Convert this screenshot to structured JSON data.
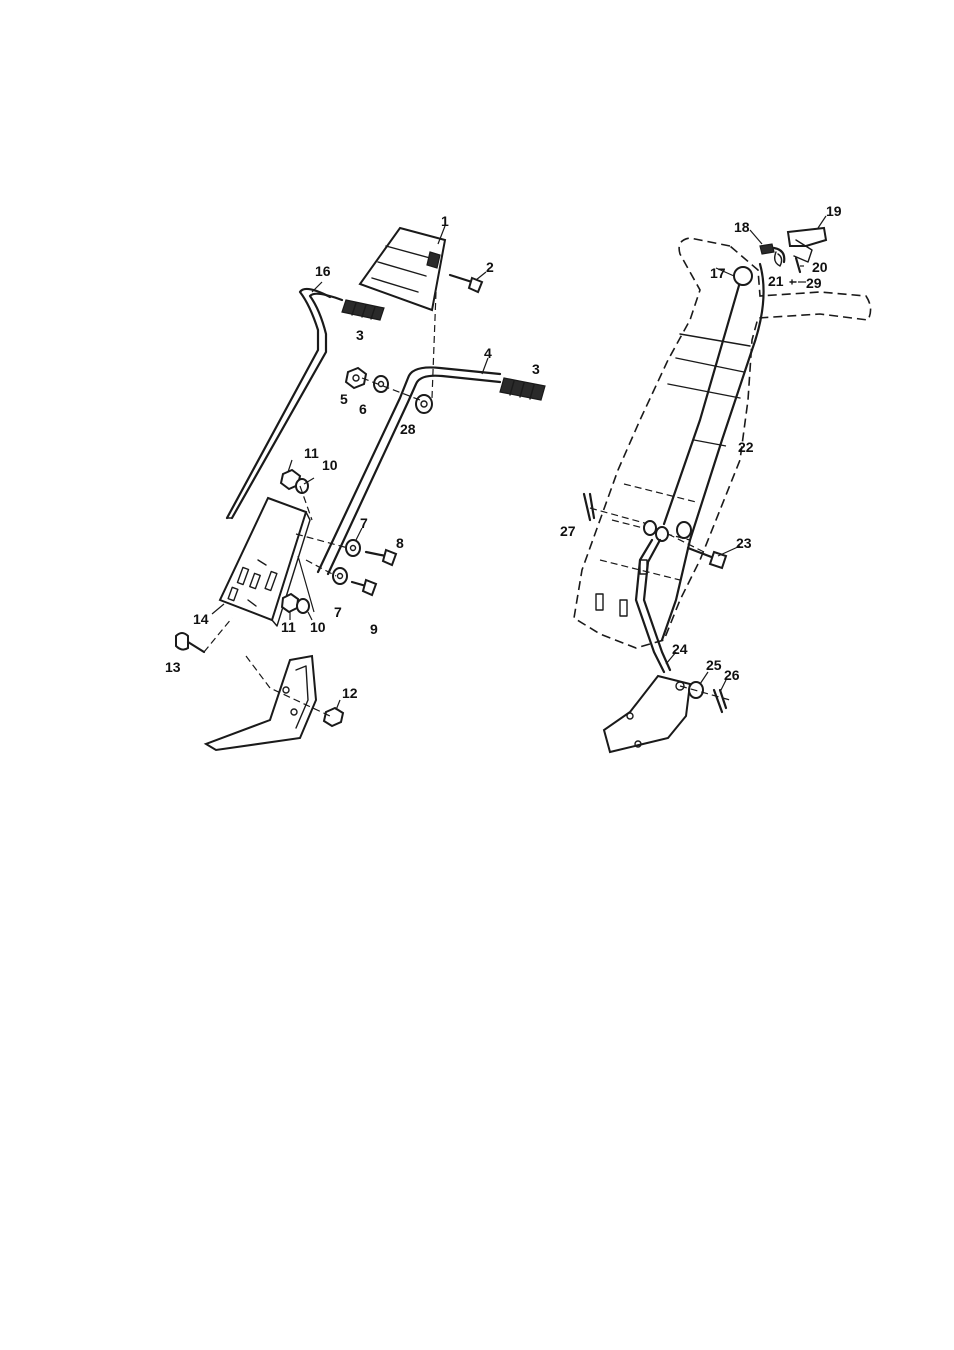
{
  "callouts": [
    {
      "id": "c1",
      "text": "1"
    },
    {
      "id": "c2",
      "text": "2"
    },
    {
      "id": "c3a",
      "text": "3"
    },
    {
      "id": "c3b",
      "text": "3"
    },
    {
      "id": "c4",
      "text": "4"
    },
    {
      "id": "c5",
      "text": "5"
    },
    {
      "id": "c6",
      "text": "6"
    },
    {
      "id": "c7a",
      "text": "7"
    },
    {
      "id": "c7b",
      "text": "7"
    },
    {
      "id": "c8",
      "text": "8"
    },
    {
      "id": "c9",
      "text": "9"
    },
    {
      "id": "c10a",
      "text": "10"
    },
    {
      "id": "c10b",
      "text": "10"
    },
    {
      "id": "c11a",
      "text": "11"
    },
    {
      "id": "c11b",
      "text": "11"
    },
    {
      "id": "c12",
      "text": "12"
    },
    {
      "id": "c13",
      "text": "13"
    },
    {
      "id": "c14",
      "text": "14"
    },
    {
      "id": "c16",
      "text": "16"
    },
    {
      "id": "c17",
      "text": "17"
    },
    {
      "id": "c18",
      "text": "18"
    },
    {
      "id": "c19",
      "text": "19"
    },
    {
      "id": "c20",
      "text": "20"
    },
    {
      "id": "c21",
      "text": "21"
    },
    {
      "id": "c22",
      "text": "22"
    },
    {
      "id": "c23",
      "text": "23"
    },
    {
      "id": "c24",
      "text": "24"
    },
    {
      "id": "c25",
      "text": "25"
    },
    {
      "id": "c26",
      "text": "26"
    },
    {
      "id": "c27",
      "text": "27"
    },
    {
      "id": "c28",
      "text": "28"
    },
    {
      "id": "c29",
      "text": "29"
    }
  ]
}
